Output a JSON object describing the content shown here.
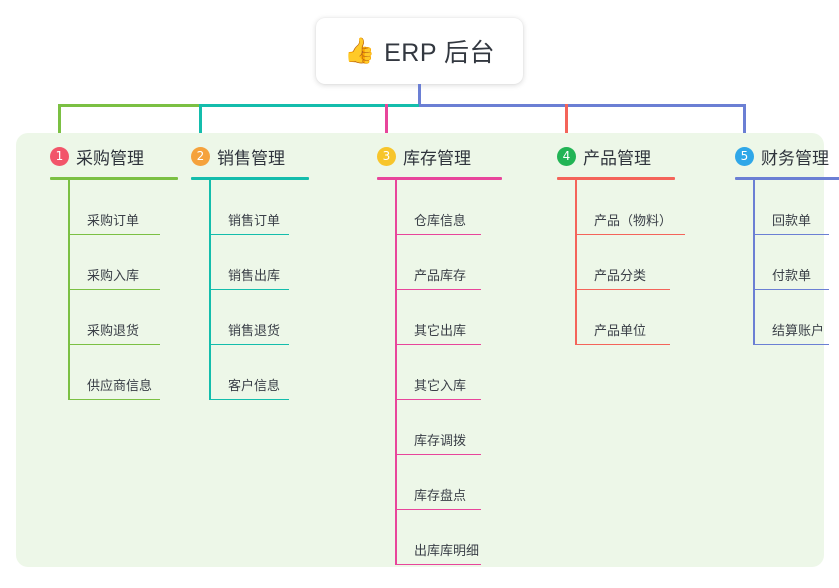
{
  "title": {
    "emoji": "👍",
    "emoji_name": "thumbs-up-icon",
    "text": "ERP 后台"
  },
  "colors": {
    "canvas": "#ffffff",
    "panel": "#edf7e8",
    "title_text": "#333840",
    "green": "#7bc043",
    "teal": "#14bdac",
    "pink": "#e8459b",
    "red": "#f4645a",
    "blue": "#6b7fd4",
    "badge1": "#f2556a",
    "badge2": "#f5a23c",
    "badge3": "#f7c52b",
    "badge4": "#22b455",
    "badge5": "#2fa7e8"
  },
  "columns": [
    {
      "index": "1",
      "badge_color": "#f2556a",
      "line_color": "#7bc043",
      "title": "采购管理",
      "items": [
        "采购订单",
        "采购入库",
        "采购退货",
        "供应商信息"
      ]
    },
    {
      "index": "2",
      "badge_color": "#f5a23c",
      "line_color": "#14bdac",
      "title": "销售管理",
      "items": [
        "销售订单",
        "销售出库",
        "销售退货",
        "客户信息"
      ]
    },
    {
      "index": "3",
      "badge_color": "#f7c52b",
      "line_color": "#e8459b",
      "title": "库存管理",
      "items": [
        "仓库信息",
        "产品库存",
        "其它出库",
        "其它入库",
        "库存调拨",
        "库存盘点",
        "出库库明细"
      ]
    },
    {
      "index": "4",
      "badge_color": "#22b455",
      "line_color": "#f4645a",
      "title": "产品管理",
      "items": [
        "产品（物料）",
        "产品分类",
        "产品单位"
      ]
    },
    {
      "index": "5",
      "badge_color": "#2fa7e8",
      "line_color": "#6b7fd4",
      "title": "财务管理",
      "items": [
        "回款单",
        "付款单",
        "结算账户"
      ]
    }
  ]
}
